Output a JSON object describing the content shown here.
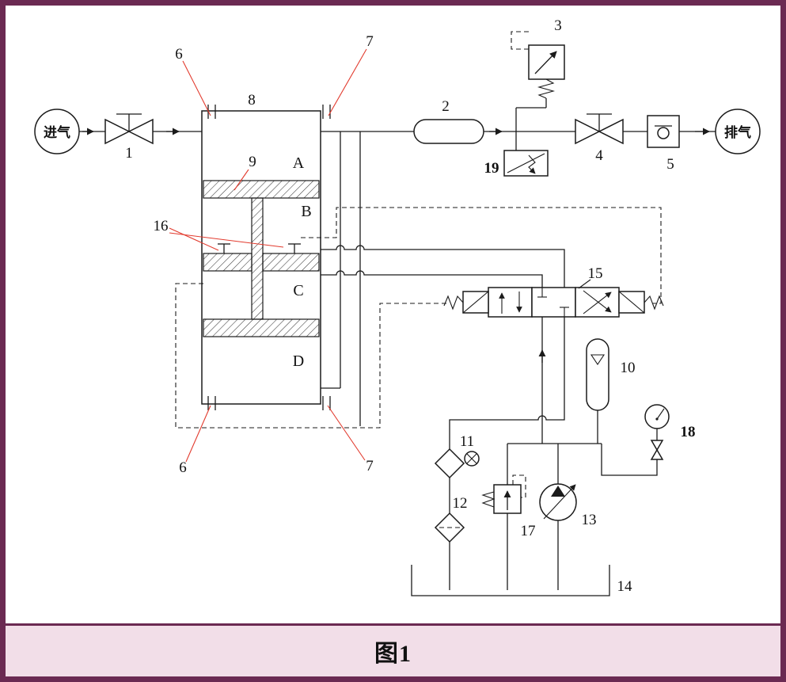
{
  "meta": {
    "caption": "图1"
  },
  "terminals": {
    "intake": "进气",
    "exhaust": "排气"
  },
  "chambers": {
    "a": "A",
    "b": "B",
    "c": "C",
    "d": "D"
  },
  "labels": {
    "n1": "1",
    "n2": "2",
    "n3": "3",
    "n4": "4",
    "n5": "5",
    "n6_top": "6",
    "n6_bottom": "6",
    "n7_top": "7",
    "n7_bottom": "7",
    "n8": "8",
    "n9": "9",
    "n10": "10",
    "n11": "11",
    "n12": "12",
    "n13": "13",
    "n14": "14",
    "n15": "15",
    "n16": "16",
    "n17": "17",
    "n18": "18",
    "n19": "19"
  },
  "colors": {
    "line": "#1b1b1b",
    "leader_red": "#e23b2e",
    "frame": "#6b2a52",
    "caption_bg": "#f2dee8"
  }
}
